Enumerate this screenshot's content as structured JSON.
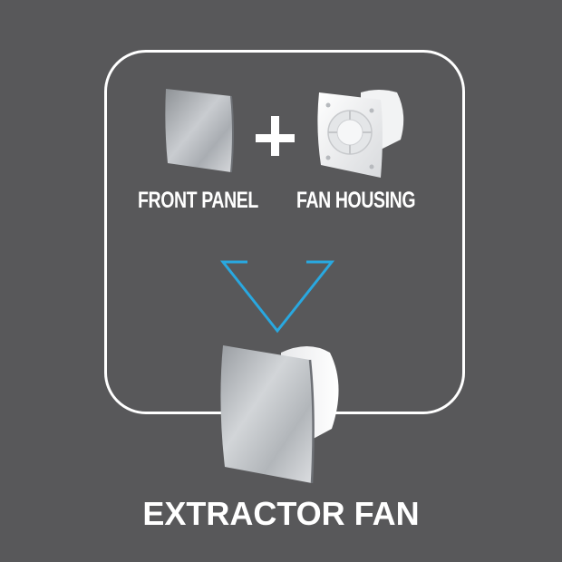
{
  "labels": {
    "front_panel": "FRONT PANEL",
    "fan_housing": "FAN HOUSING",
    "plus": "+",
    "title": "EXTRACTOR FAN"
  },
  "colors": {
    "background": "#58585a",
    "frame": "#ffffff",
    "arrow": "#29a8e0",
    "text": "#ffffff"
  },
  "icons": {
    "front_panel": "silver-front-panel-icon",
    "fan_housing": "white-fan-housing-icon",
    "arrow": "down-arrow-outline-icon",
    "product": "assembled-extractor-fan-icon"
  }
}
